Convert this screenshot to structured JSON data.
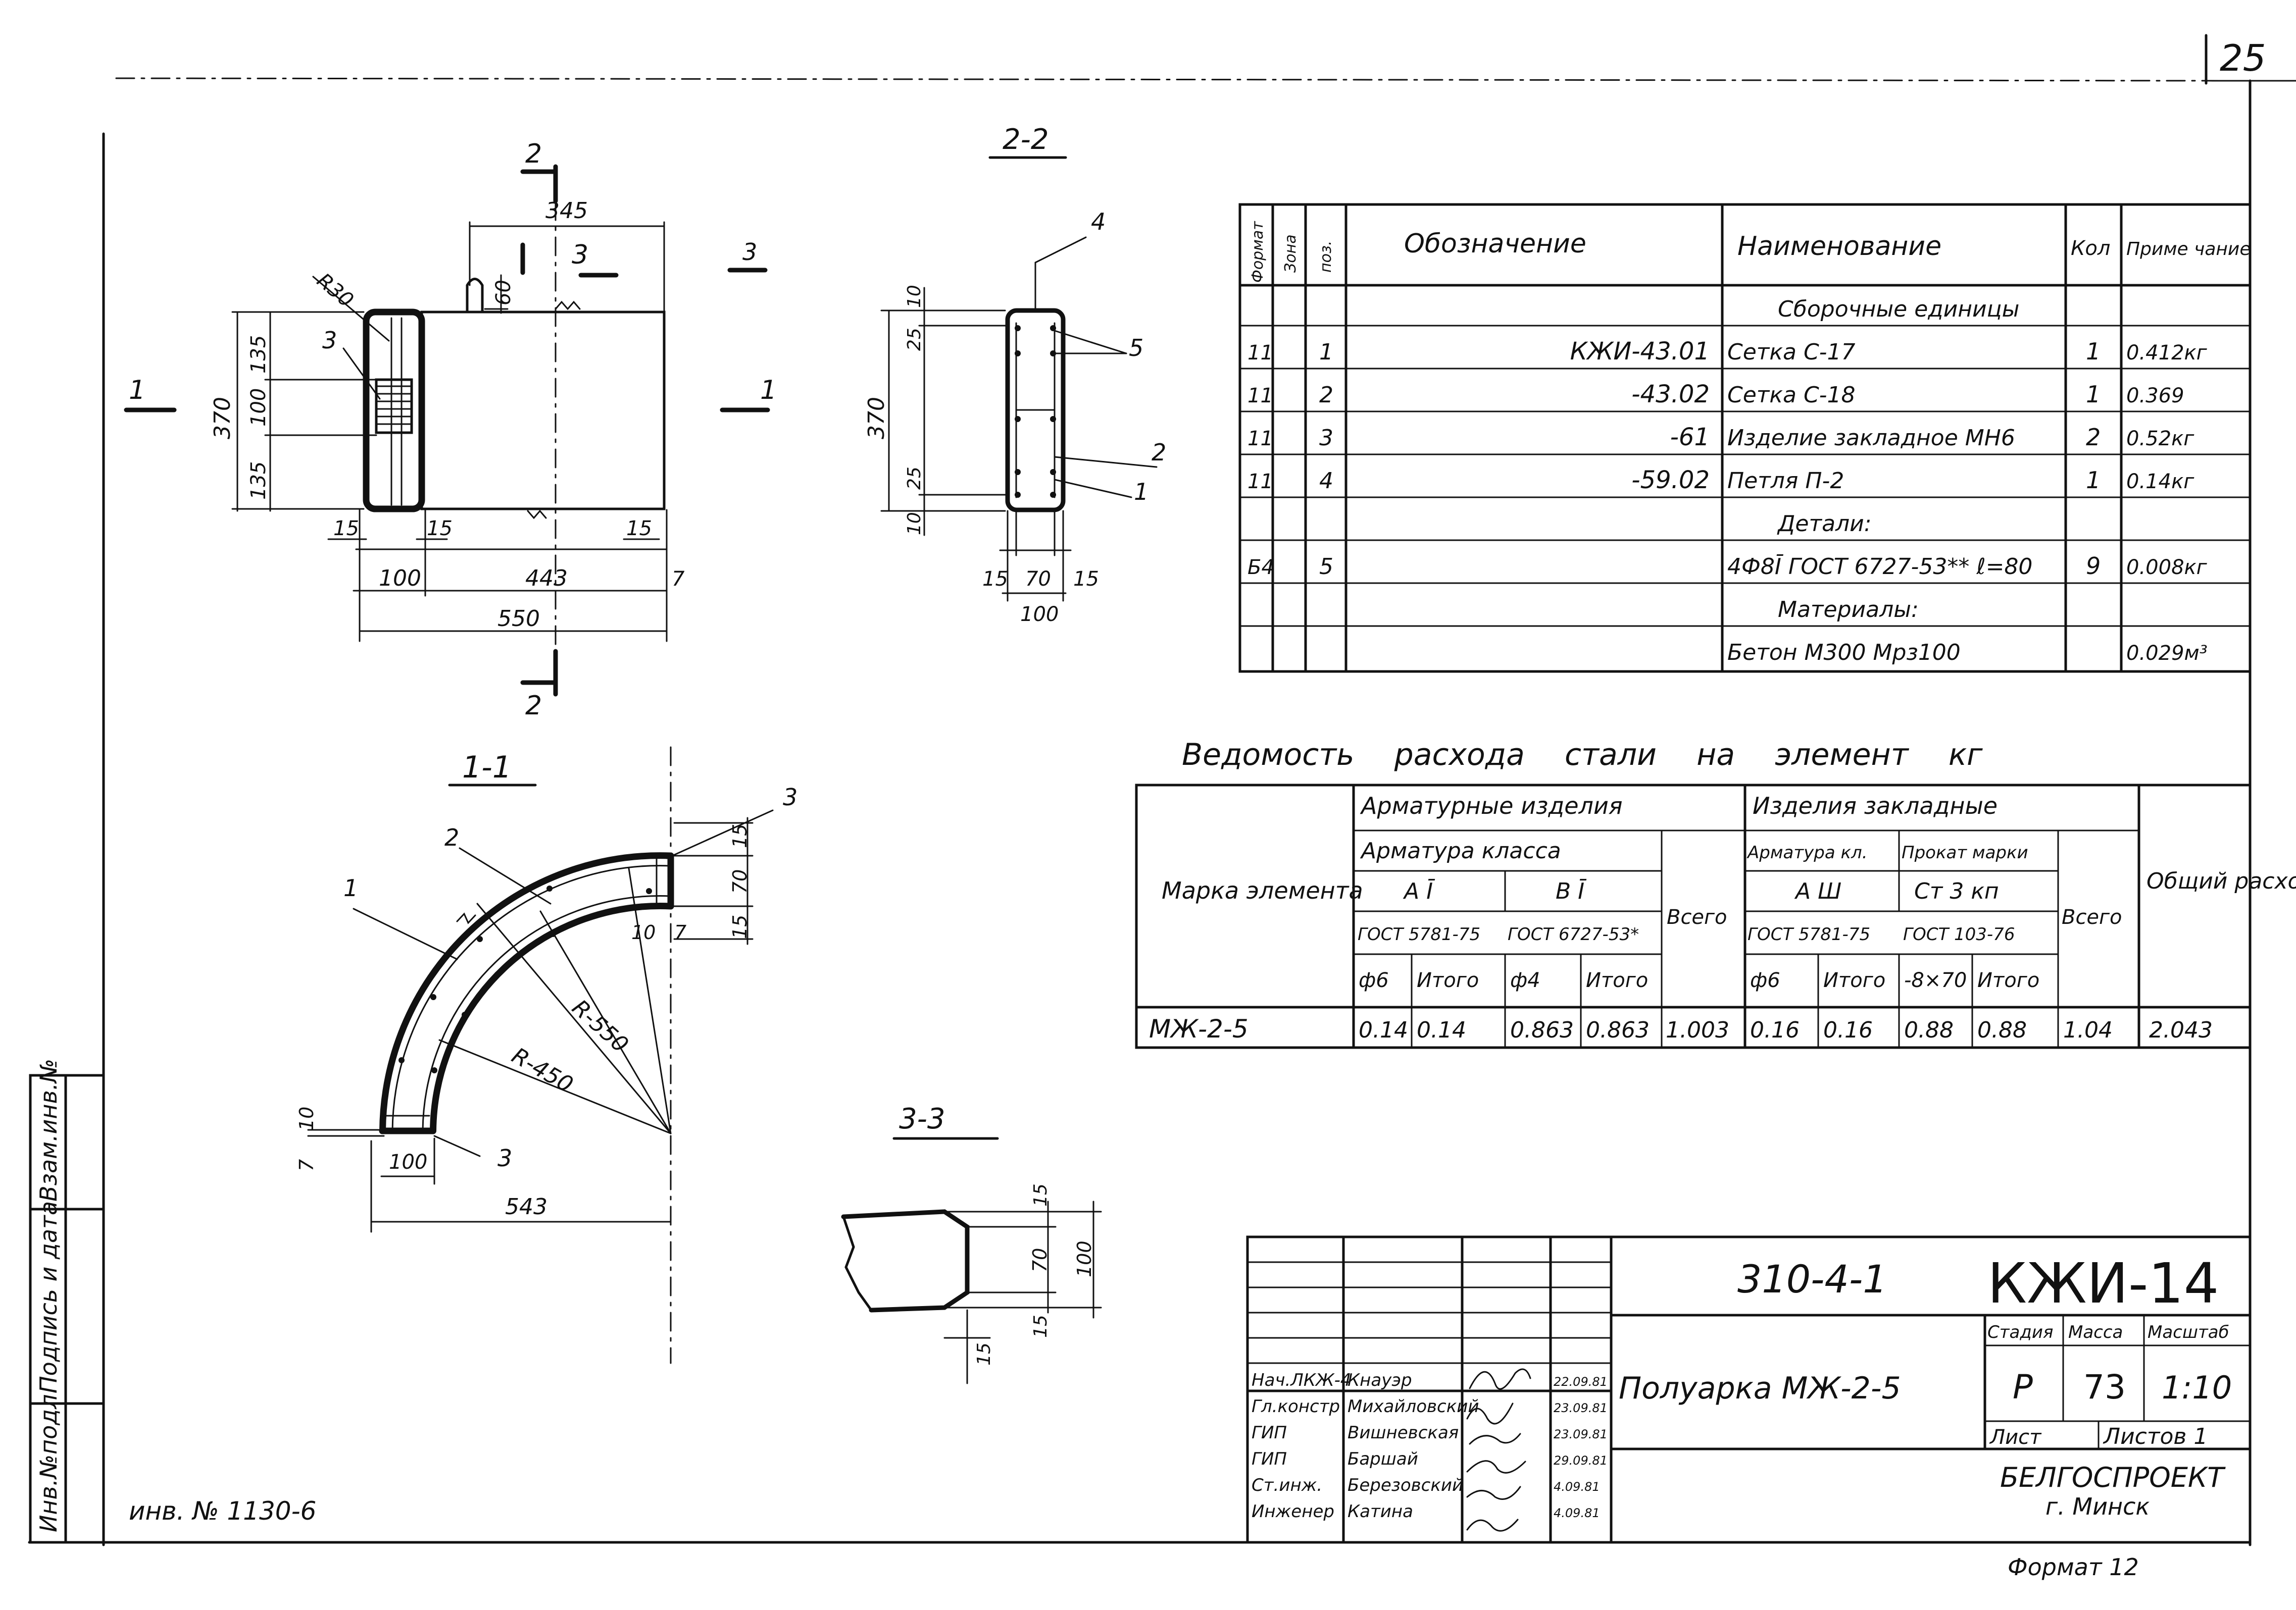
{
  "page_number": "25",
  "section_labels": {
    "s1": "1-1",
    "s2": "2-2",
    "s3": "3-3"
  },
  "cut_marks": {
    "one": "1",
    "two": "2",
    "three": "3"
  },
  "view_top": {
    "dim_345": "345",
    "dim_60": "60",
    "dim_r30": "R30",
    "dim_370": "370",
    "dim_135a": "135",
    "dim_100": "100",
    "dim_135b": "135",
    "dim_15a": "15",
    "dim_15b": "15",
    "dim_15c": "15",
    "dim_100b": "100",
    "dim_443": "443",
    "dim_7": "7",
    "dim_550": "550",
    "callout_3": "3"
  },
  "view_22": {
    "dim_10a": "10",
    "dim_25a": "25",
    "dim_370": "370",
    "dim_25b": "25",
    "dim_10b": "10",
    "dim_15a": "15",
    "dim_70": "70",
    "dim_15b": "15",
    "dim_100": "100",
    "callout_4": "4",
    "callout_5": "5",
    "callout_2": "2",
    "callout_1": "1"
  },
  "view_11": {
    "callout_1": "1",
    "callout_2": "2",
    "callout_3": "3",
    "callout_3b": "3",
    "r550": "R-550",
    "r450": "R-450",
    "dim_15a": "15",
    "dim_70": "70",
    "dim_15b": "15",
    "dim_10": "10",
    "dim_7": "7",
    "dim_10b": "10",
    "dim_7b": "7",
    "dim_100": "100",
    "dim_543": "543"
  },
  "view_33": {
    "dim_15a": "15",
    "dim_70": "70",
    "dim_100": "100",
    "dim_15b": "15",
    "dim_15c": "15"
  },
  "spec_table": {
    "headers": {
      "format": "Формат",
      "zone": "Зона",
      "pos": "поз.",
      "designation": "Обозначение",
      "name": "Наименование",
      "qty": "Кол",
      "note": "Приме чание"
    },
    "rows": [
      {
        "format": "",
        "zone": "",
        "pos": "",
        "designation": "",
        "name": "Сборочные единицы",
        "qty": "",
        "note": ""
      },
      {
        "format": "11",
        "zone": "",
        "pos": "1",
        "designation": "КЖИ-43.01",
        "name": "Сетка С-17",
        "qty": "1",
        "note": "0.412кг"
      },
      {
        "format": "11",
        "zone": "",
        "pos": "2",
        "designation": "-43.02",
        "name": "Сетка С-18",
        "qty": "1",
        "note": "0.369"
      },
      {
        "format": "11",
        "zone": "",
        "pos": "3",
        "designation": "-61",
        "name": "Изделие закладное МН6",
        "qty": "2",
        "note": "0.52кг"
      },
      {
        "format": "11",
        "zone": "",
        "pos": "4",
        "designation": "-59.02",
        "name": "Петля П-2",
        "qty": "1",
        "note": "0.14кг"
      },
      {
        "format": "",
        "zone": "",
        "pos": "",
        "designation": "",
        "name": "Детали:",
        "qty": "",
        "note": ""
      },
      {
        "format": "Б4",
        "zone": "",
        "pos": "5",
        "designation": "",
        "name": "4Ф8Ī ГОСТ 6727-53** ℓ=80",
        "qty": "9",
        "note": "0.008кг"
      },
      {
        "format": "",
        "zone": "",
        "pos": "",
        "designation": "",
        "name": "Материалы:",
        "qty": "",
        "note": ""
      },
      {
        "format": "",
        "zone": "",
        "pos": "",
        "designation": "",
        "name": "Бетон М300 Мрз100",
        "qty": "",
        "note": "0.029м³"
      }
    ]
  },
  "steel_table": {
    "title": "Ведомость расхода стали на элемент кг",
    "element_mark_header": "Марка элемента",
    "group1": "Арматурные изделия",
    "group2": "Изделия закладные",
    "reinf_class": "Арматура класса",
    "class_a1": "А Ī",
    "class_b1": "В Ī",
    "gost_a": "ГОСТ 5781-75",
    "gost_b": "ГОСТ 6727-53*",
    "total1": "Всего",
    "reinf_class2": "Арматура кл.",
    "class_a3": "А Ш",
    "gost_c": "ГОСТ 5781-75",
    "rolled": "Прокат марки",
    "steel_grade": "Ст 3 кп",
    "gost_d": "ГОСТ 103-76",
    "total2": "Всего",
    "overall": "Общий расход",
    "sub_cols": [
      "ф6",
      "Итого",
      "ф4",
      "Итого",
      "ф6",
      "Итого",
      "-8×70",
      "Итого"
    ],
    "row": {
      "mark": "МЖ-2-5",
      "values": [
        "0.14",
        "0.14",
        "0.863",
        "0.863",
        "1.003",
        "0.16",
        "0.16",
        "0.88",
        "0.88",
        "1.04",
        "2.043"
      ]
    }
  },
  "title_block": {
    "series": "310-4-1",
    "code": "КЖИ-14",
    "product": "Полуарка МЖ-2-5",
    "stage_label": "Стадия",
    "mass_label": "Масса",
    "scale_label": "Масштаб",
    "stage": "Р",
    "mass": "73",
    "scale": "1:10",
    "sheet_label": "Лист",
    "sheets_label": "Листов 1",
    "org": "БЕЛГОСПРОЕКТ",
    "city": "г. Минск",
    "format": "Формат 12",
    "people": [
      {
        "role": "Нач.ЛКЖ-4",
        "name": "Кнауэр",
        "date": "22.09.81"
      },
      {
        "role": "Гл.констр",
        "name": "Михайловский",
        "date": "23.09.81"
      },
      {
        "role": "ГИП",
        "name": "Вишневская",
        "date": "23.09.81"
      },
      {
        "role": "ГИП",
        "name": "Баршай",
        "date": "29.09.81"
      },
      {
        "role": "Ст.инж.",
        "name": "Березовский",
        "date": "4.09.81"
      },
      {
        "role": "Инженер",
        "name": "Катина",
        "date": "4.09.81"
      }
    ]
  },
  "side_stamp": {
    "a": "Инв.№подл.",
    "b": "Подпись и дата",
    "c": "Взам.инв.№"
  },
  "inv_note": "инв. № 1130-6"
}
